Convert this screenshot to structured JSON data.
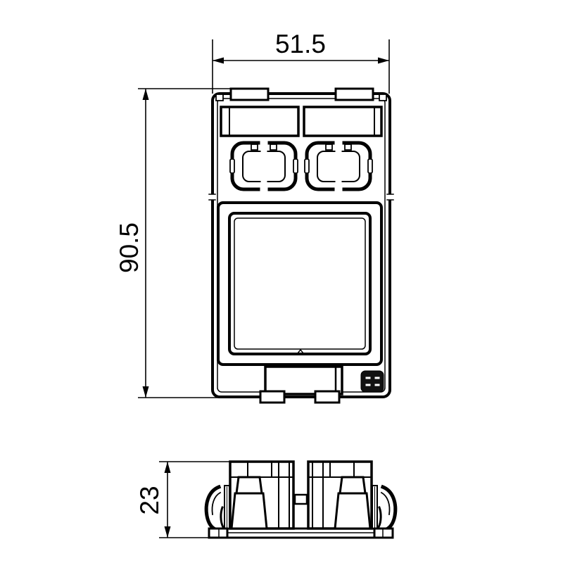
{
  "colors": {
    "line": "#000000",
    "background": "#ffffff",
    "logo_fill": "#111111"
  },
  "views": {
    "front": {
      "width_dimension": "51.5",
      "height_dimension": "90.5"
    },
    "side": {
      "height_dimension": "23"
    }
  },
  "icons": {
    "brand_logo": "manufacturer-logo-icon"
  }
}
